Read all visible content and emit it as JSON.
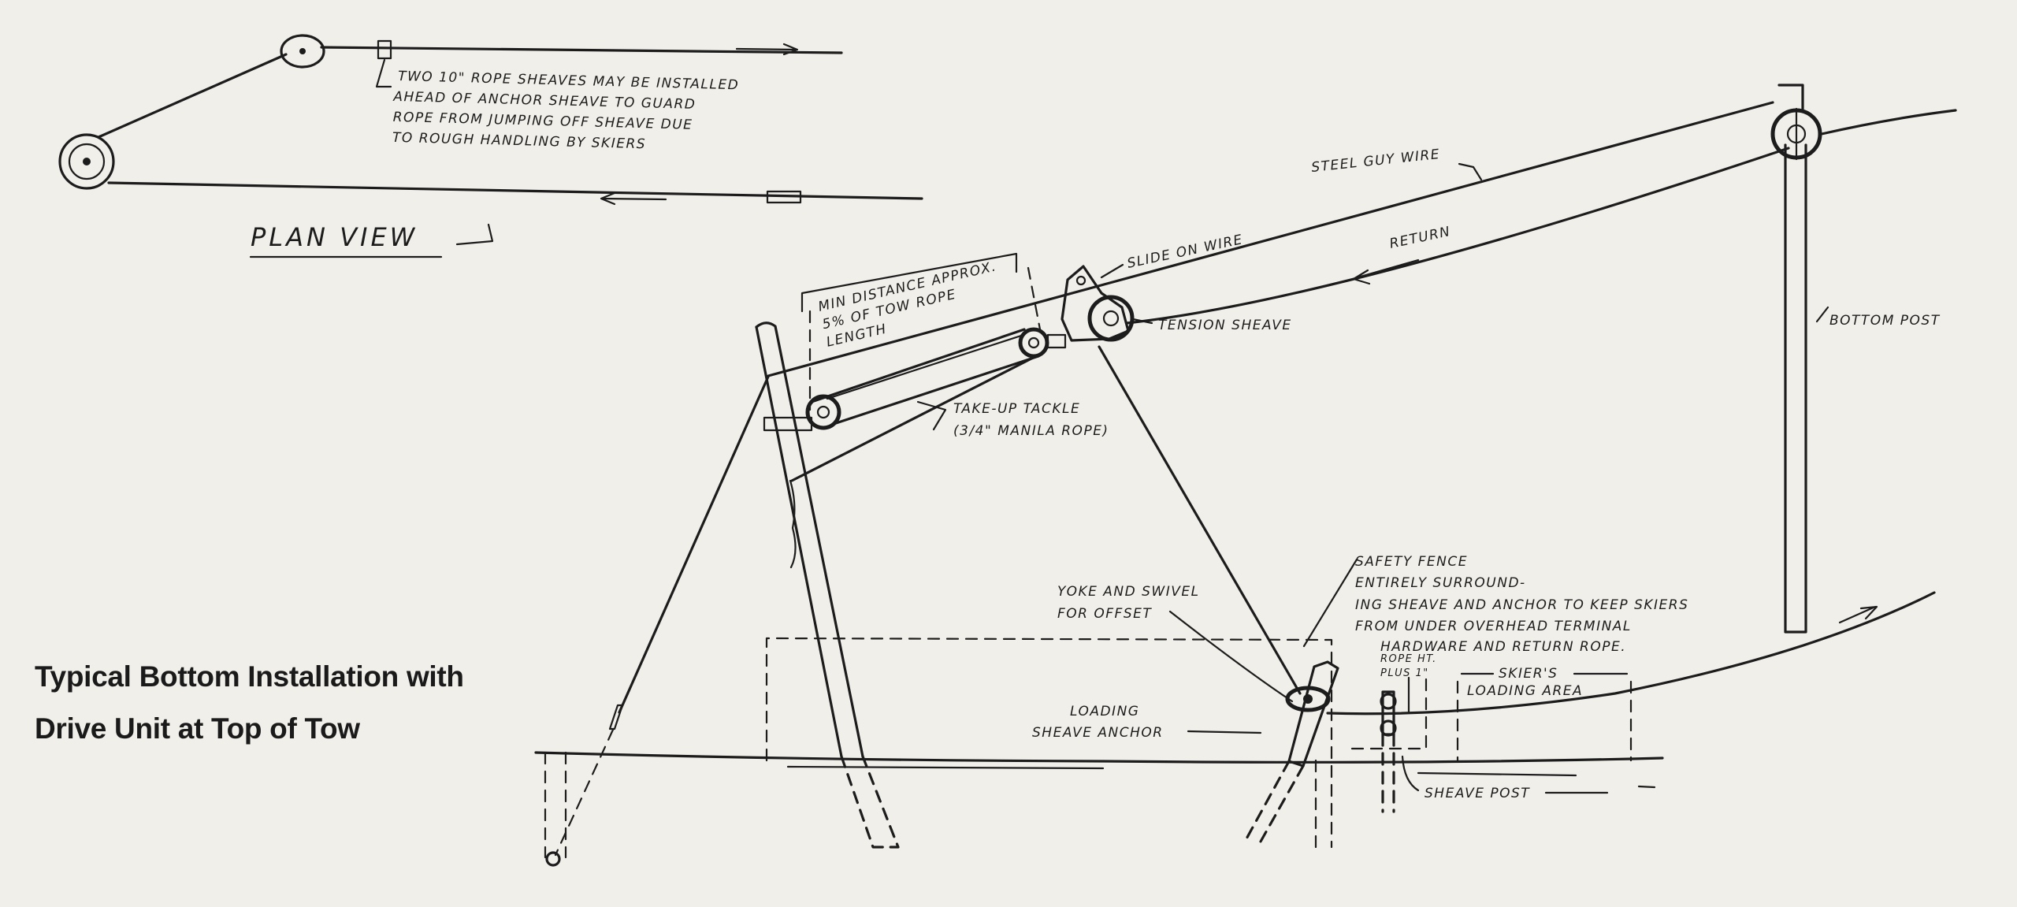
{
  "caption": {
    "line1": "Typical Bottom Installation with",
    "line2": "Drive Unit at Top of Tow"
  },
  "plan_view": {
    "title": "PLAN VIEW",
    "note": [
      "TWO 10\" ROPE SHEAVES MAY BE INSTALLED",
      "AHEAD OF ANCHOR SHEAVE TO GUARD",
      "ROPE FROM JUMPING OFF SHEAVE DUE",
      "TO ROUGH HANDLING BY SKIERS"
    ]
  },
  "labels": {
    "steel_guy_wire": "STEEL GUY WIRE",
    "return": "RETURN",
    "slide_on_wire": "SLIDE ON WIRE",
    "tension_sheave": "TENSION SHEAVE",
    "bottom_post": "BOTTOM POST",
    "min_distance": [
      "MIN DISTANCE APPROX.",
      "5% OF TOW ROPE",
      "LENGTH"
    ],
    "take_up_tackle": [
      "TAKE-UP TACKLE",
      "(3/4\" MANILA ROPE)"
    ],
    "safety_fence": [
      "SAFETY FENCE",
      "ENTIRELY SURROUND-",
      "ING SHEAVE AND ANCHOR TO KEEP SKIERS",
      "FROM UNDER OVERHEAD TERMINAL",
      "HARDWARE AND RETURN ROPE."
    ],
    "yoke_and_swivel": [
      "YOKE AND SWIVEL",
      "FOR OFFSET"
    ],
    "loading_sheave_anchor": [
      "LOADING",
      "SHEAVE ANCHOR"
    ],
    "rope_ht": [
      "ROPE HT.",
      "PLUS 1\""
    ],
    "skiers_loading_area": [
      "SKIER'S",
      "LOADING AREA"
    ],
    "sheave_post": "SHEAVE POST"
  }
}
